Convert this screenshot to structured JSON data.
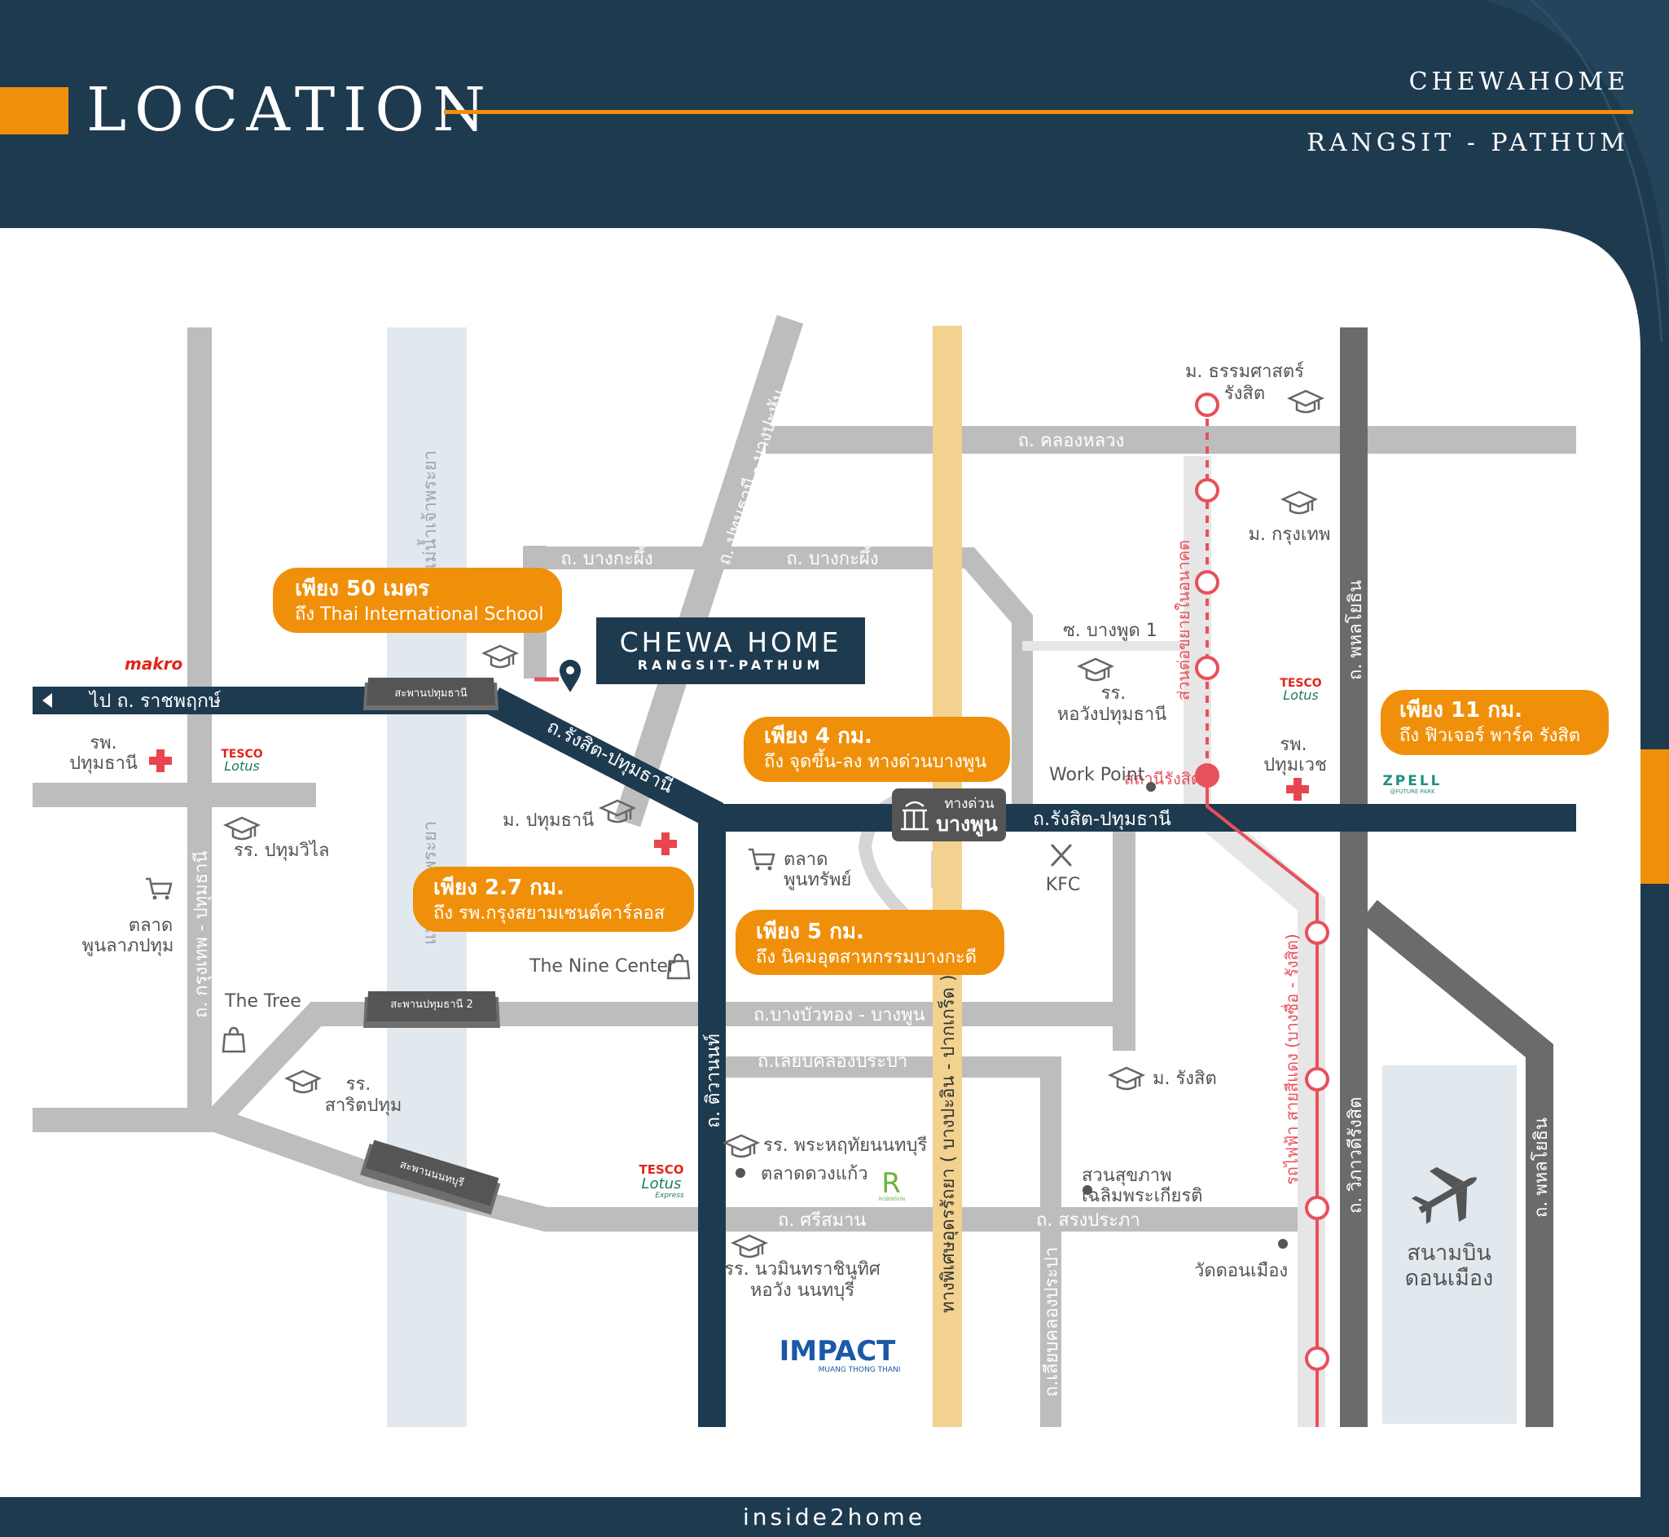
{
  "header": {
    "title": "LOCATION",
    "brand": "CHEWAHOME",
    "subtitle": "RANGSIT - PATHUM"
  },
  "project": {
    "name": "CHEWA HOME",
    "sub": "RANGSIT-PATHUM"
  },
  "roads": {
    "khlong_luang": "ถ. คลองหลวง",
    "bang_kaphueng_1": "ถ. บางกะผึ้ง",
    "bang_kaphueng_2": "ถ. บางกะผึ้ง",
    "pathum_bang_pahan": "ถ. ปทุมธานี - บางปะหัน",
    "to_ratchaphruek": "ไป ถ. ราชพฤกษ์",
    "rangsit_pathum_diag": "ถ.รังสิต-ปทุมธานี",
    "rangsit_pathum_main": "ถ.รังสิต-ปทุมธานี",
    "chao_phraya_1": "แม่น้ำเจ้าพระยา",
    "chao_phraya_2": "แม่น้ำเจ้าพระยา",
    "krungthep_pathum": "ถ. กรุงเทพ - ปทุมธานี",
    "bang_bua_thong": "ถ.บางบัวทอง - บางพูน",
    "liap_khlong_prapa_h": "ถ.เลียบคลองประปา",
    "liap_khlong_prapa_v": "ถ.เลียบคลองประปา",
    "tiwanon": "ถ. ติวานนท์",
    "si_saman": "ถ. ศรีสมาน",
    "song_prapha": "ถ. สรงประภา",
    "udon_ratthaya": "ทางพิเศษอุดรรัถยา ( บางปะอิน - ปากเกร็ด )",
    "soi_bang_phut": "ซ. บางพูด 1",
    "phahonyothin_1": "ถ. พหลโยธิน",
    "phahonyothin_2": "ถ. พหลโยธิน",
    "vibhavadi": "ถ. วิภาวดีรังสิต",
    "red_line": "รถไฟฟ้า สายสีแดง (บางซื่อ - รังสิต)",
    "red_extension": "ส่วนต่อขยายในอนาคต",
    "rangsit_station": "สถานีรังสิต"
  },
  "bridges": {
    "pathum": "สะพานปทุมธานี",
    "pathum2": "สะพานปทุมธานี 2",
    "nonthaburi": "สะพานนนทบุรี"
  },
  "expressway": {
    "line1": "ทางด่วน",
    "line2": "บางพูน"
  },
  "bubbles": {
    "b1_bold": "เพียง 50 เมตร",
    "b1_text": "ถึง Thai International School",
    "b2_bold": "เพียง 4 กม.",
    "b2_text": "ถึง จุดขึ้น-ลง ทางด่วนบางพูน",
    "b3_bold": "เพียง 2.7 กม.",
    "b3_text": "ถึง รพ.กรุงสยามเซนต์คาร์ลอส",
    "b4_bold": "เพียง 5 กม.",
    "b4_text": "ถึง นิคมอุตสาหกรรมบางกะดี",
    "b5_bold": "เพียง 11 กม.",
    "b5_text": "ถึง ฟิวเจอร์ พาร์ค รังสิต"
  },
  "places": {
    "thammasat_1": "ม. ธรรมศาสตร์",
    "thammasat_2": "รังสิต",
    "bangkok_u": "ม. กรุงเทพ",
    "hor_wang_1": "รร.",
    "hor_wang_2": "หอวังปทุมธานี",
    "work_point": "Work Point",
    "pathumwet_1": "รพ.",
    "pathumwet_2": "ปทุมเวช",
    "kfc": "KFC",
    "pathum_hosp_1": "รพ.",
    "pathum_hosp_2": "ปทุมธานี",
    "pathumwilai": "รร. ปทุมวิไล",
    "market_phun_1": "ตลาด",
    "market_phun_2": "พูนลาภปทุม",
    "pathumthani_u": "ม. ปทุมธานี",
    "phoonsap_1": "ตลาด",
    "phoonsap_2": "พูนทรัพย์",
    "nine_center": "The Nine Center",
    "the_tree": "The Tree",
    "sarit_1": "รร.",
    "sarit_2": "สาริตปทุม",
    "rangsit_u": "ม. รังสิต",
    "phra_hruthai": "รร. พระหฤทัยนนทบุรี",
    "duang_kaew": "ตลาดดวงแก้ว",
    "suan_1": "สวนสุขภาพ",
    "suan_2": "เฉลิมพระเกียรติ",
    "wat_don_mueang": "วัดดอนเมือง",
    "nawamin_1": "รร. นวมินทราชินูทิศ",
    "nawamin_2": "หอวัง นนทบุรี",
    "airport_1": "สนามบิน",
    "airport_2": "ดอนเมือง"
  },
  "logos": {
    "makro": "makro",
    "tesco": "TESCO",
    "lotus": "Lotus",
    "express": "Express",
    "zpell": "ZPELL",
    "future_park": "@FUTURE PARK",
    "robinson": "ROBINSON",
    "impact": "IMPACT",
    "impact_sub": "MUANG THONG THANI"
  },
  "footer": "inside2home",
  "colors": {
    "navy": "#1e3a4f",
    "orange": "#f0900a",
    "red": "#e8505b",
    "grey_road": "#bdbdbd",
    "dark_road": "#6b6b6b",
    "river": "#e1e9ee",
    "expressway": "#f2d28e"
  }
}
